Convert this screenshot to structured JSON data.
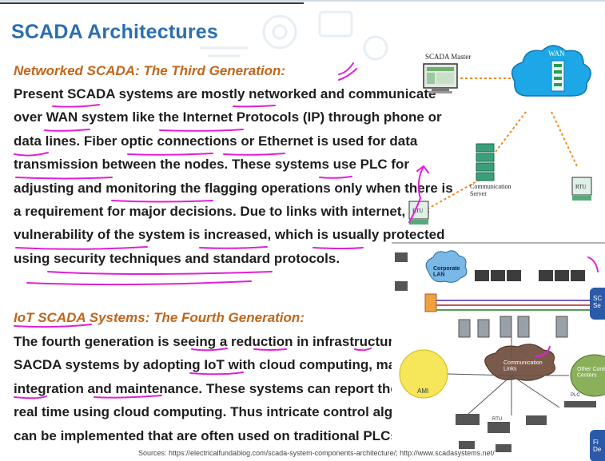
{
  "title": "SCADA Architectures",
  "section1": {
    "heading": "Networked SCADA: The Third Generation:",
    "lines": [
      "Present SCADA systems are mostly networked and communicate",
      "over WAN system like the Internet Protocols (IP) through phone or",
      "data lines. Fiber optic connections or Ethernet is used for data",
      "transmission between the nodes. These systems use PLC for",
      "adjusting and monitoring the flagging operations only when there is",
      "a requirement for major decisions. Due to links with internet, the",
      "vulnerability of the system is increased, which is usually protected",
      "using security techniques and standard protocols."
    ]
  },
  "section2": {
    "heading": "IoT SCADA Systems: The Fourth Generation:",
    "lines": [
      "The fourth generation is seeing a reduction in infrastructural cost of",
      "SACDA systems by adopting IoT with cloud computing, making easy",
      "integration and maintenance. These systems can report the state in",
      "real time using cloud computing. Thus intricate control algorithms",
      "can be implemented that are often used on traditional PLCs."
    ]
  },
  "diagram_top": {
    "master_label": "SCADA Master",
    "wan_label": "WAN",
    "comm_server_label": "Communication\nServer",
    "rtu_left_label": "RTU",
    "rtu_right_label": "RTU"
  },
  "diagram_bottom": {
    "corporate_lan": "Corporate\nLAN",
    "communication_links": "Communication\nLinks",
    "ami": "AMI",
    "other_control": "Other Control\nCenters",
    "right_top_partial": "SC\nSe",
    "right_bottom_partial": "Fi\nDe",
    "plc": "PLC",
    "rtu": "RTU"
  },
  "sources": "Sources: https://electricalfundablog.com/scada-system-components-architecture/; http://www.scadasystems.net/",
  "colors": {
    "title": "#2a6fb0",
    "heading": "#c0661c",
    "body": "#1e1e1e",
    "ink": "#e020d8"
  }
}
